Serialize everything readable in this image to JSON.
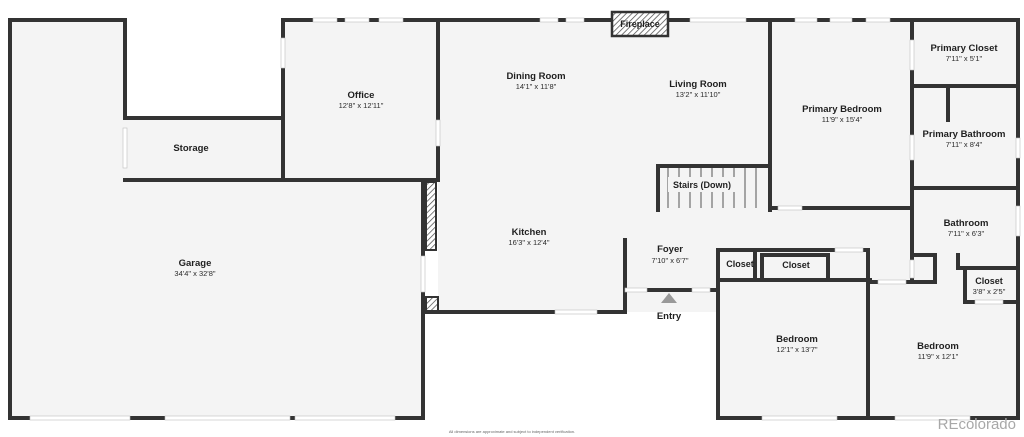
{
  "rooms": {
    "garage": {
      "name": "Garage",
      "dims": "34'4\" x 32'8\""
    },
    "storage": {
      "name": "Storage"
    },
    "office": {
      "name": "Office",
      "dims": "12'8\" x 12'11\""
    },
    "dining_room": {
      "name": "Dining Room",
      "dims": "14'1\" x 11'8\""
    },
    "living_room": {
      "name": "Living Room",
      "dims": "13'2\" x 11'10\""
    },
    "fireplace": {
      "name": "Fireplace"
    },
    "kitchen": {
      "name": "Kitchen",
      "dims": "16'3\" x 12'4\""
    },
    "stairs": {
      "name": "Stairs (Down)"
    },
    "foyer": {
      "name": "Foyer",
      "dims": "7'10\" x 6'7\""
    },
    "entry": {
      "name": "Entry"
    },
    "primary_bedroom": {
      "name": "Primary Bedroom",
      "dims": "11'9\" x 15'4\""
    },
    "primary_closet": {
      "name": "Primary Closet",
      "dims": "7'11\" x 5'1\""
    },
    "primary_bathroom": {
      "name": "Primary Bathroom",
      "dims": "7'11\" x 8'4\""
    },
    "bathroom": {
      "name": "Bathroom",
      "dims": "7'11\" x 6'3\""
    },
    "closet_1": {
      "name": "Closet"
    },
    "closet_2": {
      "name": "Closet"
    },
    "closet_3": {
      "name": "Closet",
      "dims": "3'8\" x 2'5\""
    },
    "bedroom_1": {
      "name": "Bedroom",
      "dims": "12'1\" x 13'7\""
    },
    "bedroom_2": {
      "name": "Bedroom",
      "dims": "11'9\" x 12'1\""
    }
  },
  "footer_note": "All dimensions are approximate and subject to independent verification.",
  "watermark": "REcolorado",
  "colors": {
    "floor": "#f4f4f4",
    "wall": "#333333",
    "window": "#ffffff",
    "arrow": "#999999"
  }
}
